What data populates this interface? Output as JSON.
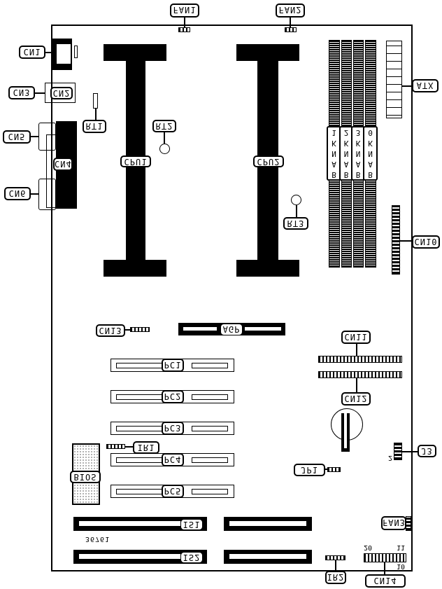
{
  "labels": {
    "fan1": "FAN1",
    "fan2": "FAN2",
    "fan3": "FAN3",
    "cn1": "CN1",
    "cn2": "CN2",
    "cn3": "CN3",
    "cn4": "CN4",
    "cn5": "CN5",
    "cn6": "CN6",
    "rt1": "RT1",
    "rt2": "RT2",
    "rt3": "RT3",
    "cpu1": "CPU1",
    "cpu2": "CPU2",
    "atx": "ATX",
    "cn10": "CN10",
    "cn11": "CN11",
    "cn12": "CN12",
    "cn13": "CN13",
    "cn14": "CN14",
    "agp": "AGP",
    "pc1": "PC1",
    "pc2": "PC2",
    "pc3": "PC3",
    "pc4": "PC4",
    "pc5": "PC5",
    "ir1": "IR1",
    "ir2": "IR2",
    "bios": "BIOS",
    "j3": "J3",
    "jp1": "JP1",
    "is1": "IS1",
    "is2": "IS2"
  },
  "banks": [
    [
      "B",
      "A",
      "N",
      "K",
      "0"
    ],
    [
      "B",
      "A",
      "N",
      "K",
      "1"
    ],
    [
      "B",
      "A",
      "N",
      "K",
      "2"
    ],
    [
      "B",
      "A",
      "N",
      "K",
      "3"
    ]
  ],
  "pins": {
    "j3_pin": "2",
    "cn14_20": "20",
    "cn14_11": "11",
    "cn14_10": "10"
  },
  "board_id": "36761"
}
